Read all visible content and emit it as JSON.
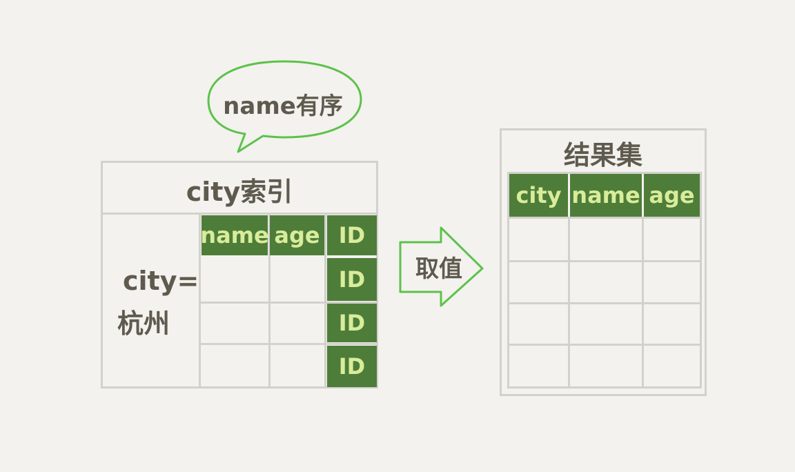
{
  "bubble": {
    "text": "name有序"
  },
  "index_panel": {
    "title": "city索引",
    "side_label_line1": "city=",
    "side_label_line2": "杭州",
    "columns": [
      "name",
      "age",
      "ID"
    ],
    "id_rows": [
      "ID",
      "ID",
      "ID"
    ]
  },
  "arrow": {
    "label": "取值"
  },
  "result_panel": {
    "title": "结果集",
    "columns": [
      "city",
      "name",
      "age"
    ]
  },
  "colors": {
    "green_fill": "#4e7d3a",
    "green_text": "#d9ec9a",
    "outline_green": "#5cc24a",
    "border_gray": "#d2d1cc",
    "background": "#f3f2ee"
  }
}
